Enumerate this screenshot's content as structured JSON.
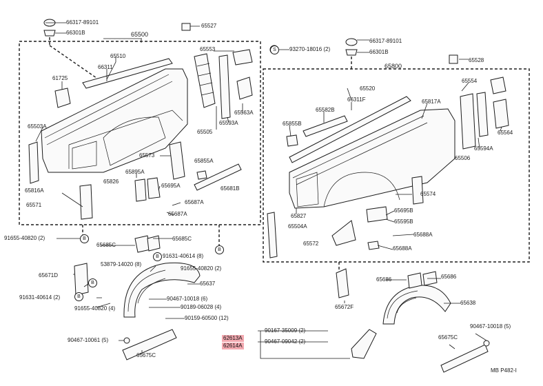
{
  "labels": {
    "p66317_left": "66317-89101",
    "p66301b_left": "66301B",
    "p65527": "65527",
    "p65500": "65500",
    "p65510": "65510",
    "p66311": "66311",
    "p61725": "61725",
    "p65553": "65553",
    "marker_s": "S",
    "p93270": "93270-18016 (2)",
    "p66317_right": "66317-89101",
    "p66301b_right": "66301B",
    "p65528": "65528",
    "p65800": "65800",
    "p65563a": "65563A",
    "p65593a": "65593A",
    "p65505": "65505",
    "p65503a": "65503A",
    "p65816a": "65816A",
    "p65826": "65826",
    "p65571": "65571",
    "p65573": "65573",
    "p65855a": "65855A",
    "p65895a": "65895A",
    "p65695a": "65695A",
    "p65681b": "65681B",
    "p65687a_1": "65687A",
    "p65687a_2": "65687A",
    "p65520": "65520",
    "p66311f": "66311F",
    "p65582b": "65582B",
    "p65855b": "65855B",
    "p65817a": "65817A",
    "p65554": "65554",
    "p65564": "65564",
    "p65594a": "65594A",
    "p65506": "65506",
    "p65574": "65574",
    "p65827": "65827",
    "p65695b": "65695B",
    "p65595b": "65595B",
    "p65504a": "65504A",
    "p65688a_1": "65688A",
    "p65572": "65572",
    "p65688a_2": "65688A",
    "p91655_a": "91655-40820 (2)",
    "marker_b": "B",
    "p65685c_1": "65685C",
    "p65685c_2": "65685C",
    "p91631_a": "91631-40614 (8)",
    "p91655_b": "91655-40820 (2)",
    "p53879": "53879-14020 (8)",
    "p65671d": "65671D",
    "p65637": "65637",
    "p91631_b": "91631-40614 (2)",
    "p90467_10018_l": "90467-10018 (6)",
    "p91655_c": "91655-40820 (4)",
    "p90189": "90189-06028 (4)",
    "p90159": "90159-60500 (12)",
    "p90467_10061": "90467-10061 (5)",
    "p65675c_l": "65675C",
    "p65672f": "65672F",
    "p65686_1": "65686",
    "p65686_2": "65686",
    "p65638": "65638",
    "p90167": "90167-35009 (2)",
    "p90467_09042": "90467-09042 (2)",
    "p62613a": "62613A",
    "p62614a": "62614A",
    "p90467_10018_r": "90467-10018 (5)",
    "p65675c_r": "65675C",
    "figure_code": "MB P482-I"
  },
  "colors": {
    "highlight": "#f3a9b0",
    "line": "#1a1a1a"
  }
}
